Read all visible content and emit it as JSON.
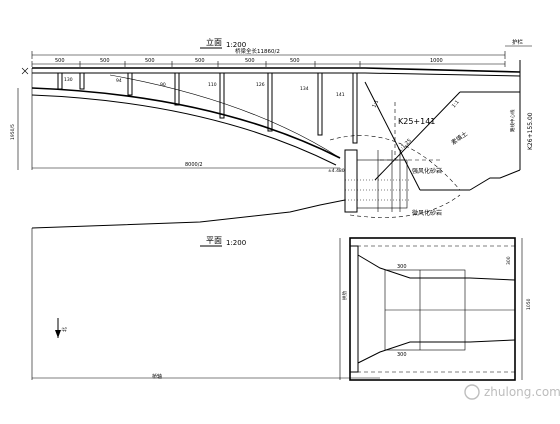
{
  "elevation": {
    "title": "立面",
    "scale": "1:200",
    "total_length": "桥梁全长11860/2",
    "spans": [
      "500",
      "500",
      "500",
      "500",
      "500",
      "500",
      "1000"
    ],
    "spandrel_labels": [
      "130",
      "94",
      "90",
      "110",
      "126",
      "134",
      "141"
    ],
    "half_span": "8000/2",
    "rise_label": "1950/5",
    "elevation_mark": "±4.480",
    "station_main": "K25+141",
    "station_right": "K26+155.00",
    "right_note": "路线中心线",
    "guardrail": "护栏",
    "slope_labels": [
      "1:1",
      "1:1.25"
    ],
    "soil_fill": "素填土",
    "rock_layer_1": "强风化砂岩",
    "rock_layer_2": "微风化砂岩"
  },
  "plan": {
    "title": "平面",
    "scale": "1:200",
    "dim_left": "300",
    "dim_mid": "300",
    "dim_right_1": "300",
    "dim_right_2": "1050",
    "left_note": "拱肋",
    "bottom_note": "桥轴",
    "north_label": "北"
  },
  "watermark": "zhulong.com"
}
